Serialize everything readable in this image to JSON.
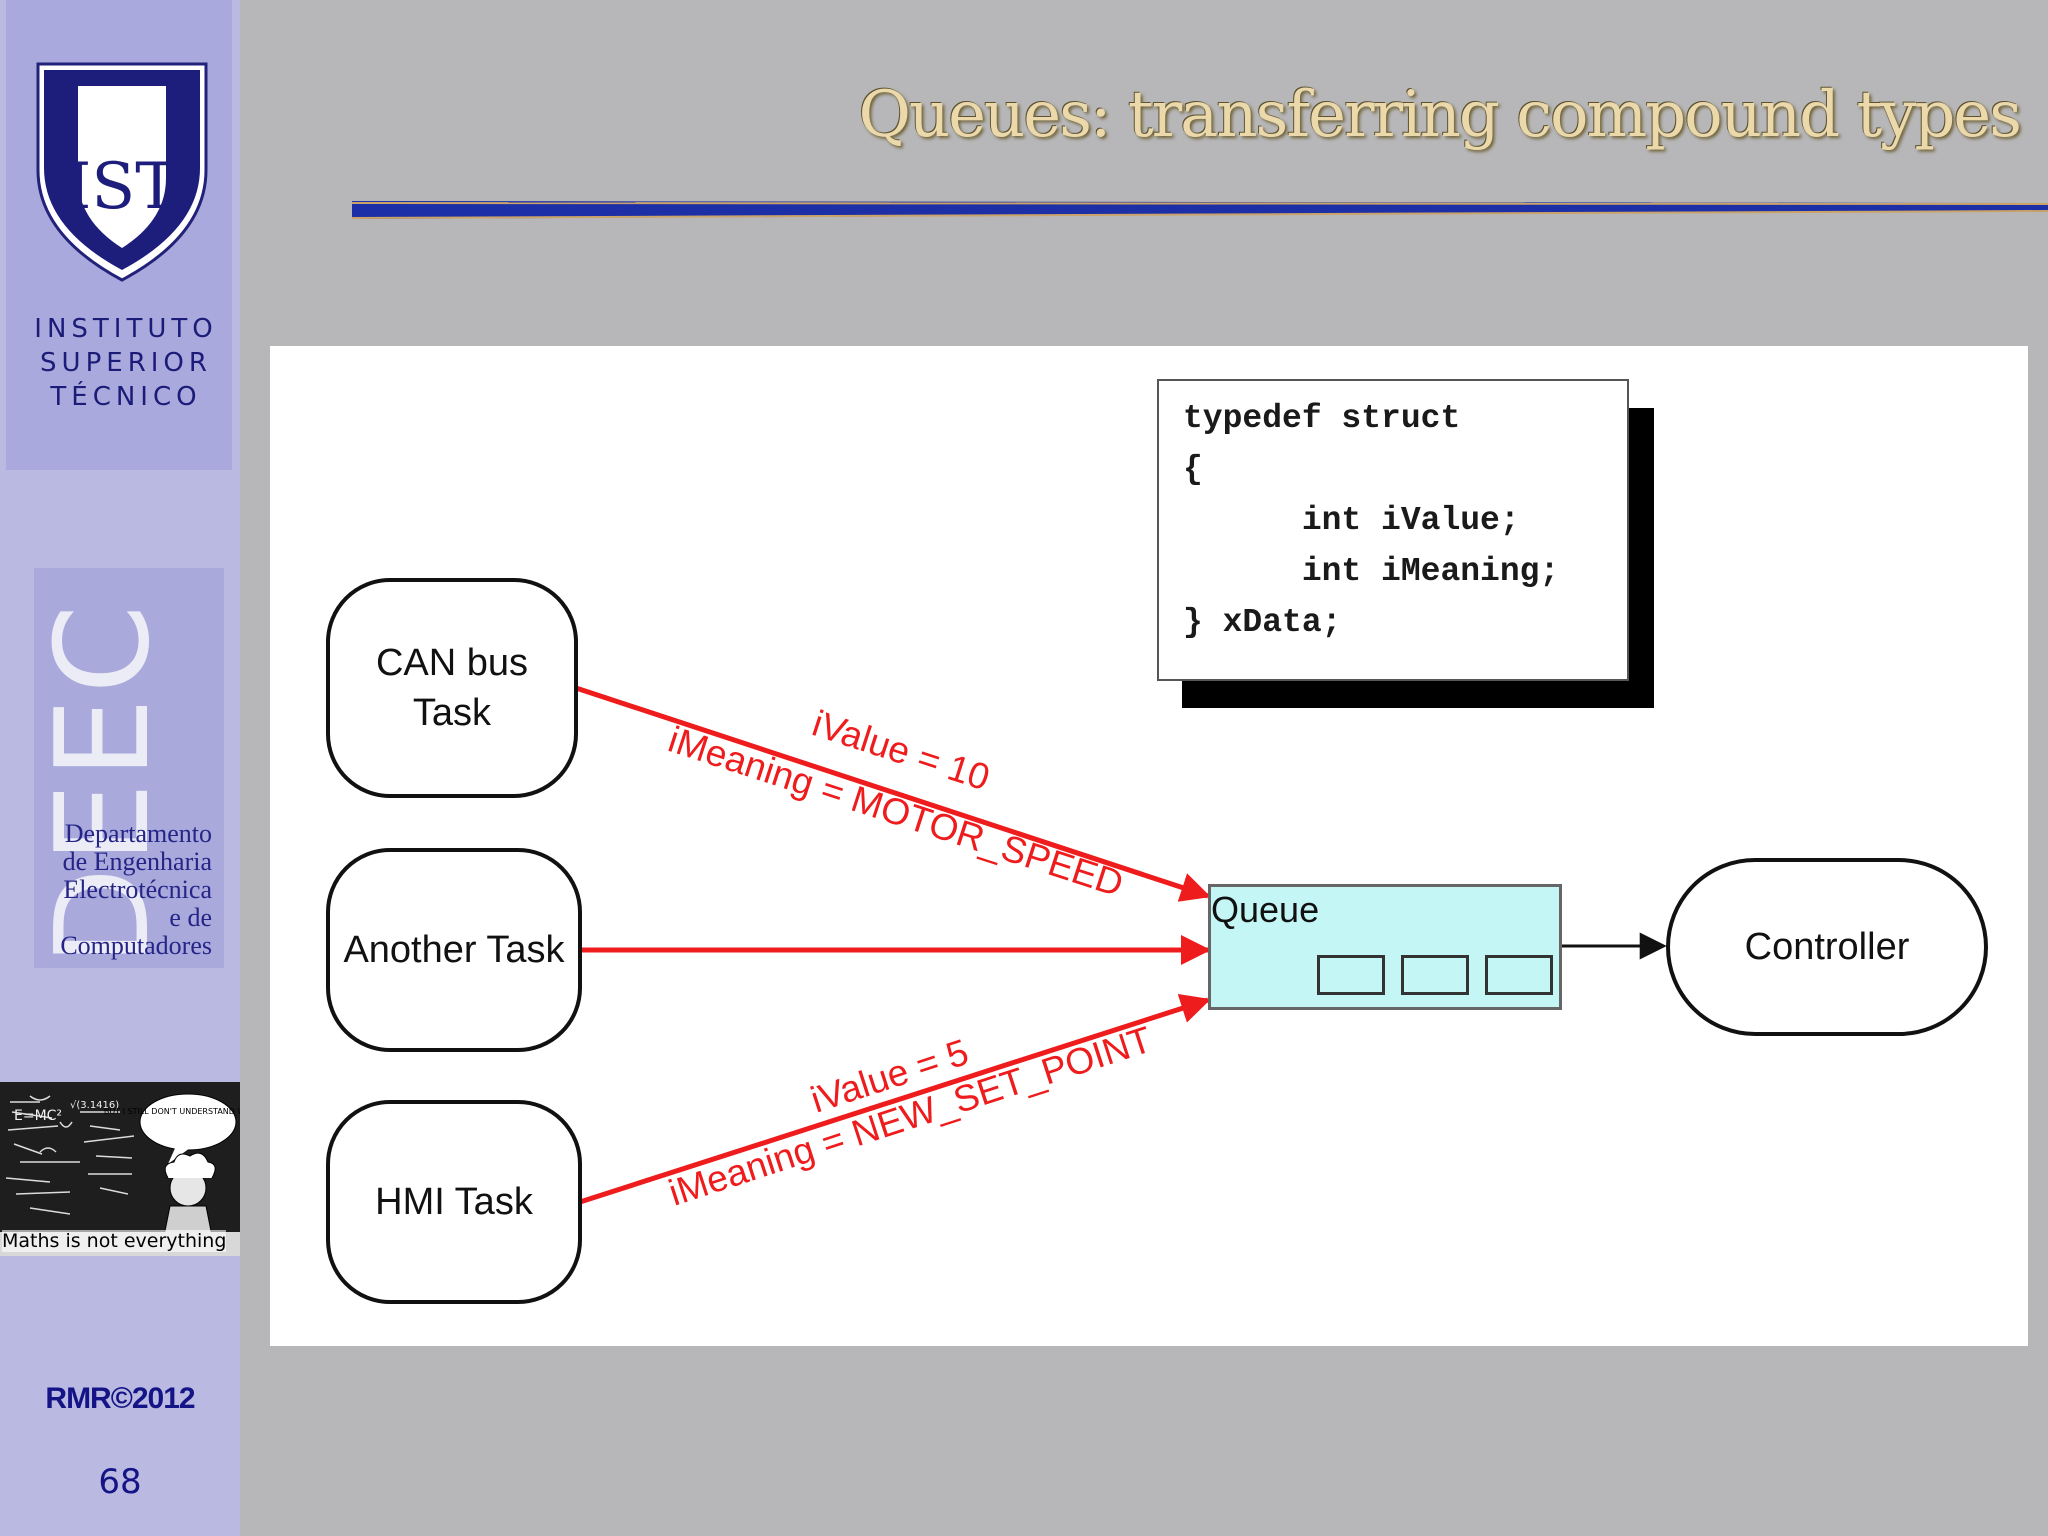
{
  "slide": {
    "title": "Queues: transferring compound types",
    "number": "68",
    "copyright": "RMR©2012"
  },
  "sidebar": {
    "ist_logo": {
      "monogram": "IST",
      "lines": [
        "INSTITUTO",
        "SUPERIOR",
        "TÉCNICO"
      ]
    },
    "deec_logo": {
      "letters": "DEEC",
      "dept_lines": [
        "Departamento",
        "de Engenharia",
        "Electrotécnica",
        "e de",
        "Computadores"
      ]
    },
    "comic": {
      "caption": "Maths is not everything",
      "speech": "BUT I STILL DON'T UNDERSTAND WOMEN."
    }
  },
  "diagram": {
    "tasks": [
      {
        "id": "can",
        "label_lines": [
          "CAN bus",
          "Task"
        ]
      },
      {
        "id": "another",
        "label_lines": [
          "Another Task"
        ]
      },
      {
        "id": "hmi",
        "label_lines": [
          "HMI Task"
        ]
      }
    ],
    "queue": {
      "label": "Queue",
      "slots": 3
    },
    "controller": {
      "label": "Controller"
    },
    "code": [
      "typedef struct",
      "{",
      "      int iValue;",
      "      int iMeaning;",
      "} xData;"
    ],
    "messages": [
      {
        "from": "can",
        "line1": "iValue = 10",
        "line2": "iMeaning = MOTOR_SPEED"
      },
      {
        "from": "hmi",
        "line1": "iValue = 5",
        "line2": "iMeaning = NEW_SET_POINT"
      }
    ],
    "colors": {
      "arrow": "#ee1c1c",
      "queue_fill": "#c5f6f6",
      "title": "#ebd9ac",
      "sidebar": "#b9b9e1",
      "accent_rule": "#1c2fa6"
    }
  }
}
